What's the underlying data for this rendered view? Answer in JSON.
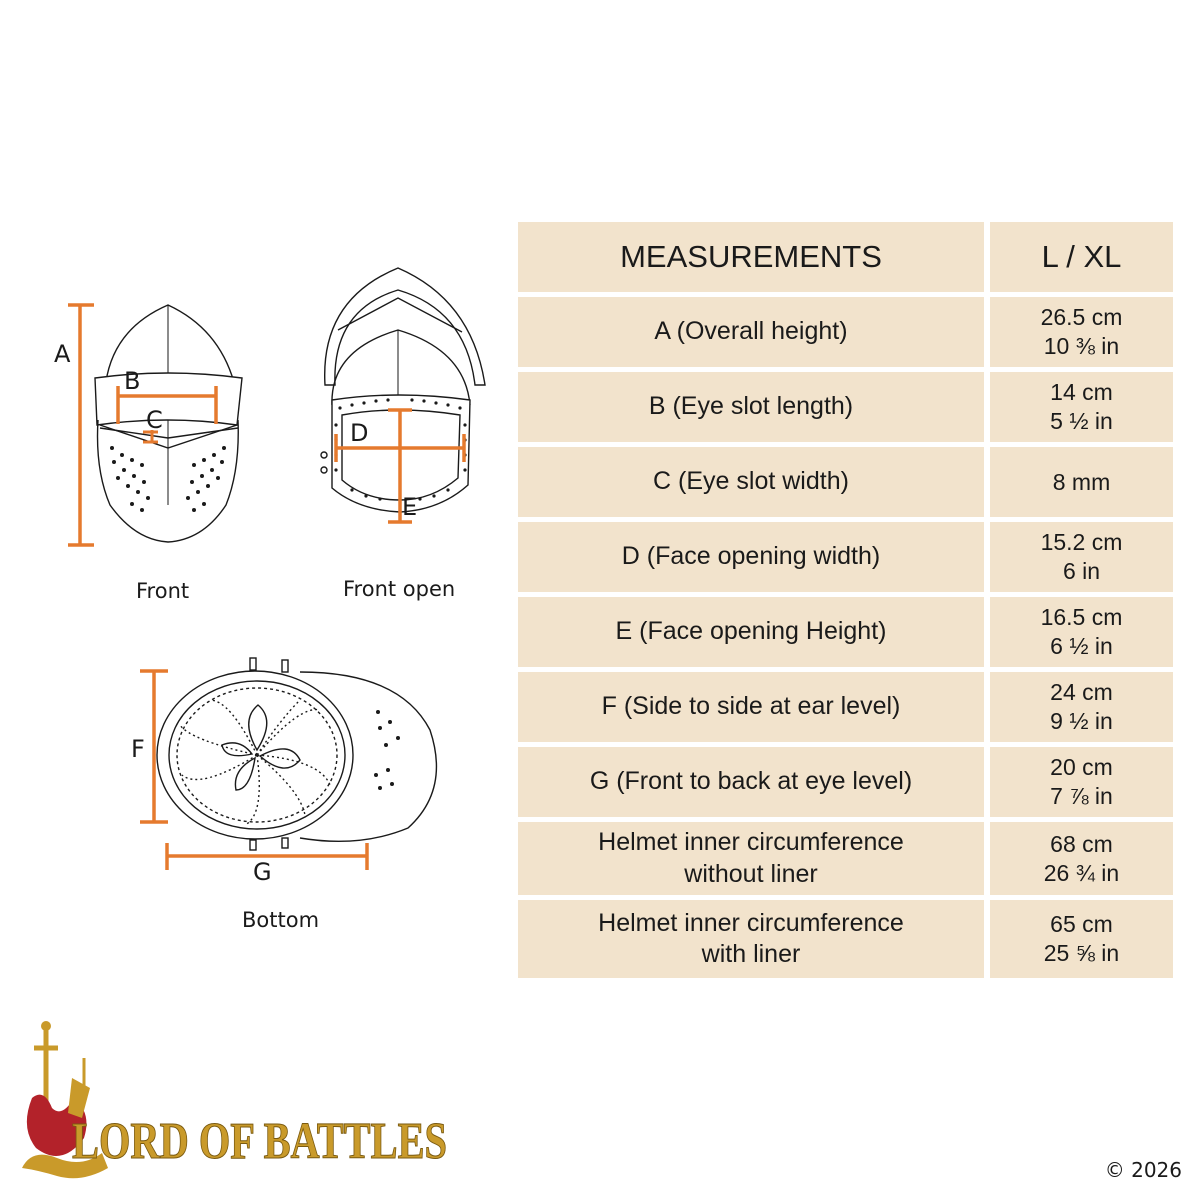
{
  "diagram": {
    "labels": {
      "a": "A",
      "b": "B",
      "c": "C",
      "d": "D",
      "e": "E",
      "f": "F",
      "g": "G"
    },
    "captions": {
      "front": "Front",
      "front_open": "Front open",
      "bottom": "Bottom"
    }
  },
  "table": {
    "header": {
      "name": "MEASUREMENTS",
      "size": "L / XL"
    },
    "rows": [
      {
        "name_lines": [
          "A (Overall height)"
        ],
        "value_lines": [
          "26.5 cm",
          "10 ⅜ in"
        ]
      },
      {
        "name_lines": [
          "B (Eye slot length)"
        ],
        "value_lines": [
          "14 cm",
          "5 ½ in"
        ]
      },
      {
        "name_lines": [
          "C (Eye slot width)"
        ],
        "value_lines": [
          "8 mm"
        ]
      },
      {
        "name_lines": [
          "D (Face opening width)"
        ],
        "value_lines": [
          "15.2 cm",
          "6 in"
        ]
      },
      {
        "name_lines": [
          "E (Face opening Height)"
        ],
        "value_lines": [
          "16.5 cm",
          "6 ½ in"
        ]
      },
      {
        "name_lines": [
          "F (Side to side at ear level)"
        ],
        "value_lines": [
          "24 cm",
          "9 ½ in"
        ]
      },
      {
        "name_lines": [
          "G (Front to back at eye level)"
        ],
        "value_lines": [
          "20 cm",
          "7 ⅞ in"
        ]
      },
      {
        "name_lines": [
          "Helmet inner circumference",
          "without liner"
        ],
        "value_lines": [
          "68 cm",
          "26 ¾ in"
        ]
      },
      {
        "name_lines": [
          "Helmet inner circumference",
          "with liner"
        ],
        "value_lines": [
          "65 cm",
          "25 ⅝ in"
        ]
      }
    ]
  },
  "brand": {
    "name": "LORD OF BATTLES"
  },
  "copyright": "© 2026",
  "colors": {
    "measure": "#e57a2e",
    "cell": "#f2e3cc",
    "brand_gold": "#c99a2a",
    "brand_red": "#b3222a"
  }
}
